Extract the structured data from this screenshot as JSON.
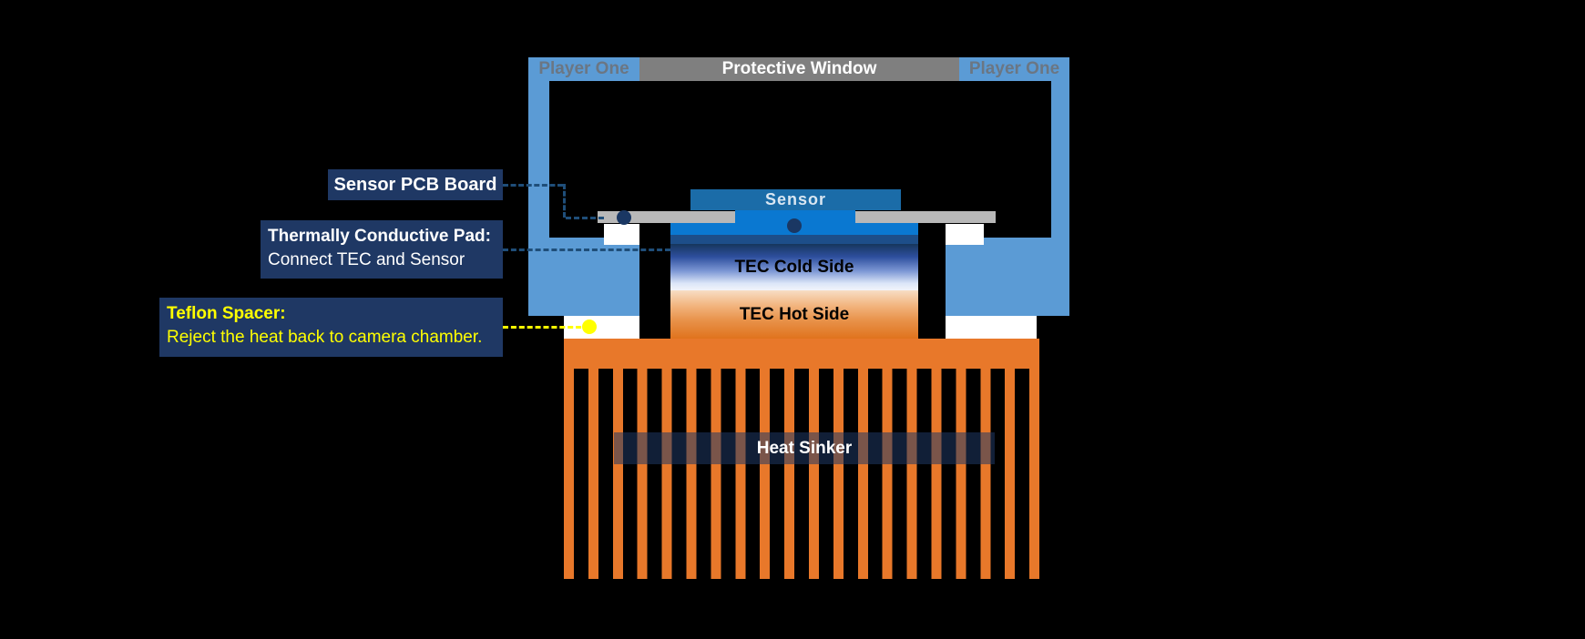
{
  "diagram": {
    "brand_left": "Player One",
    "brand_right": "Player One",
    "protective_window": "Protective Window",
    "sensor": "Sensor",
    "tec_cold_side": "TEC Cold Side",
    "tec_hot_side": "TEC Hot Side",
    "heat_sinker": "Heat Sinker"
  },
  "callouts": {
    "sensor_pcb": {
      "title": "Sensor PCB Board"
    },
    "conductive_pad": {
      "title": "Thermally Conductive Pad:",
      "desc": "Connect TEC and Sensor"
    },
    "teflon_spacer": {
      "title": "Teflon Spacer:",
      "desc": "Reject the heat back to camera chamber."
    }
  },
  "colors": {
    "background": "#000000",
    "chamber_blue": "#5b9bd5",
    "window_gray": "#7f7f7f",
    "sensor_label_blue": "#1b6ca8",
    "sensor_chip_blue": "#0a78d1",
    "pad_navy": "#1d4e89",
    "pcb_gray": "#b8b8b8",
    "tec_cold_gradient_top": "#16365c",
    "tec_cold_gradient_bottom": "#f2f4fa",
    "tec_hot_gradient_top": "#f7ddc4",
    "tec_hot_gradient_bottom": "#e0731d",
    "heatsink_orange": "#e8782a",
    "callout_navy": "#1f3864",
    "leader_navy": "#1f4e79",
    "accent_yellow": "#ffff00",
    "brand_text_gray": "#6b7683",
    "spacer_white": "#ffffff"
  }
}
